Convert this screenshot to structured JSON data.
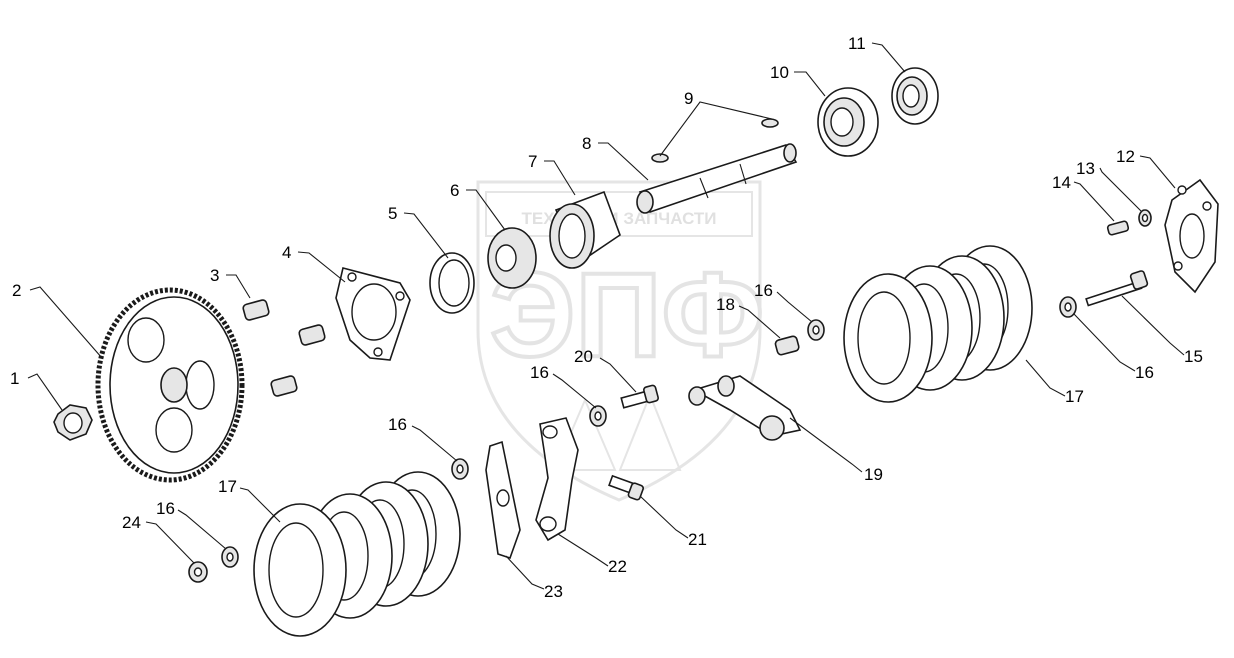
{
  "watermark": {
    "top_text": "ТЕХНИКА И ЗАПЧАСТИ",
    "logo_letters": "ЭПФ",
    "color": "#d9d9d9"
  },
  "callouts": [
    {
      "id": "c1",
      "text": "1"
    },
    {
      "id": "c2",
      "text": "2"
    },
    {
      "id": "c3",
      "text": "3"
    },
    {
      "id": "c4",
      "text": "4"
    },
    {
      "id": "c5",
      "text": "5"
    },
    {
      "id": "c6",
      "text": "6"
    },
    {
      "id": "c7",
      "text": "7"
    },
    {
      "id": "c8",
      "text": "8"
    },
    {
      "id": "c9",
      "text": "9"
    },
    {
      "id": "c10",
      "text": "10"
    },
    {
      "id": "c11",
      "text": "11"
    },
    {
      "id": "c12",
      "text": "12"
    },
    {
      "id": "c13",
      "text": "13"
    },
    {
      "id": "c14",
      "text": "14"
    },
    {
      "id": "c15",
      "text": "15"
    },
    {
      "id": "c16a",
      "text": "16"
    },
    {
      "id": "c16b",
      "text": "16"
    },
    {
      "id": "c16c",
      "text": "16"
    },
    {
      "id": "c16d",
      "text": "16"
    },
    {
      "id": "c16e",
      "text": "16"
    },
    {
      "id": "c17a",
      "text": "17"
    },
    {
      "id": "c17b",
      "text": "17"
    },
    {
      "id": "c18",
      "text": "18"
    },
    {
      "id": "c19",
      "text": "19"
    },
    {
      "id": "c20",
      "text": "20"
    },
    {
      "id": "c21",
      "text": "21"
    },
    {
      "id": "c22",
      "text": "22"
    },
    {
      "id": "c23",
      "text": "23"
    },
    {
      "id": "c24",
      "text": "24"
    }
  ]
}
